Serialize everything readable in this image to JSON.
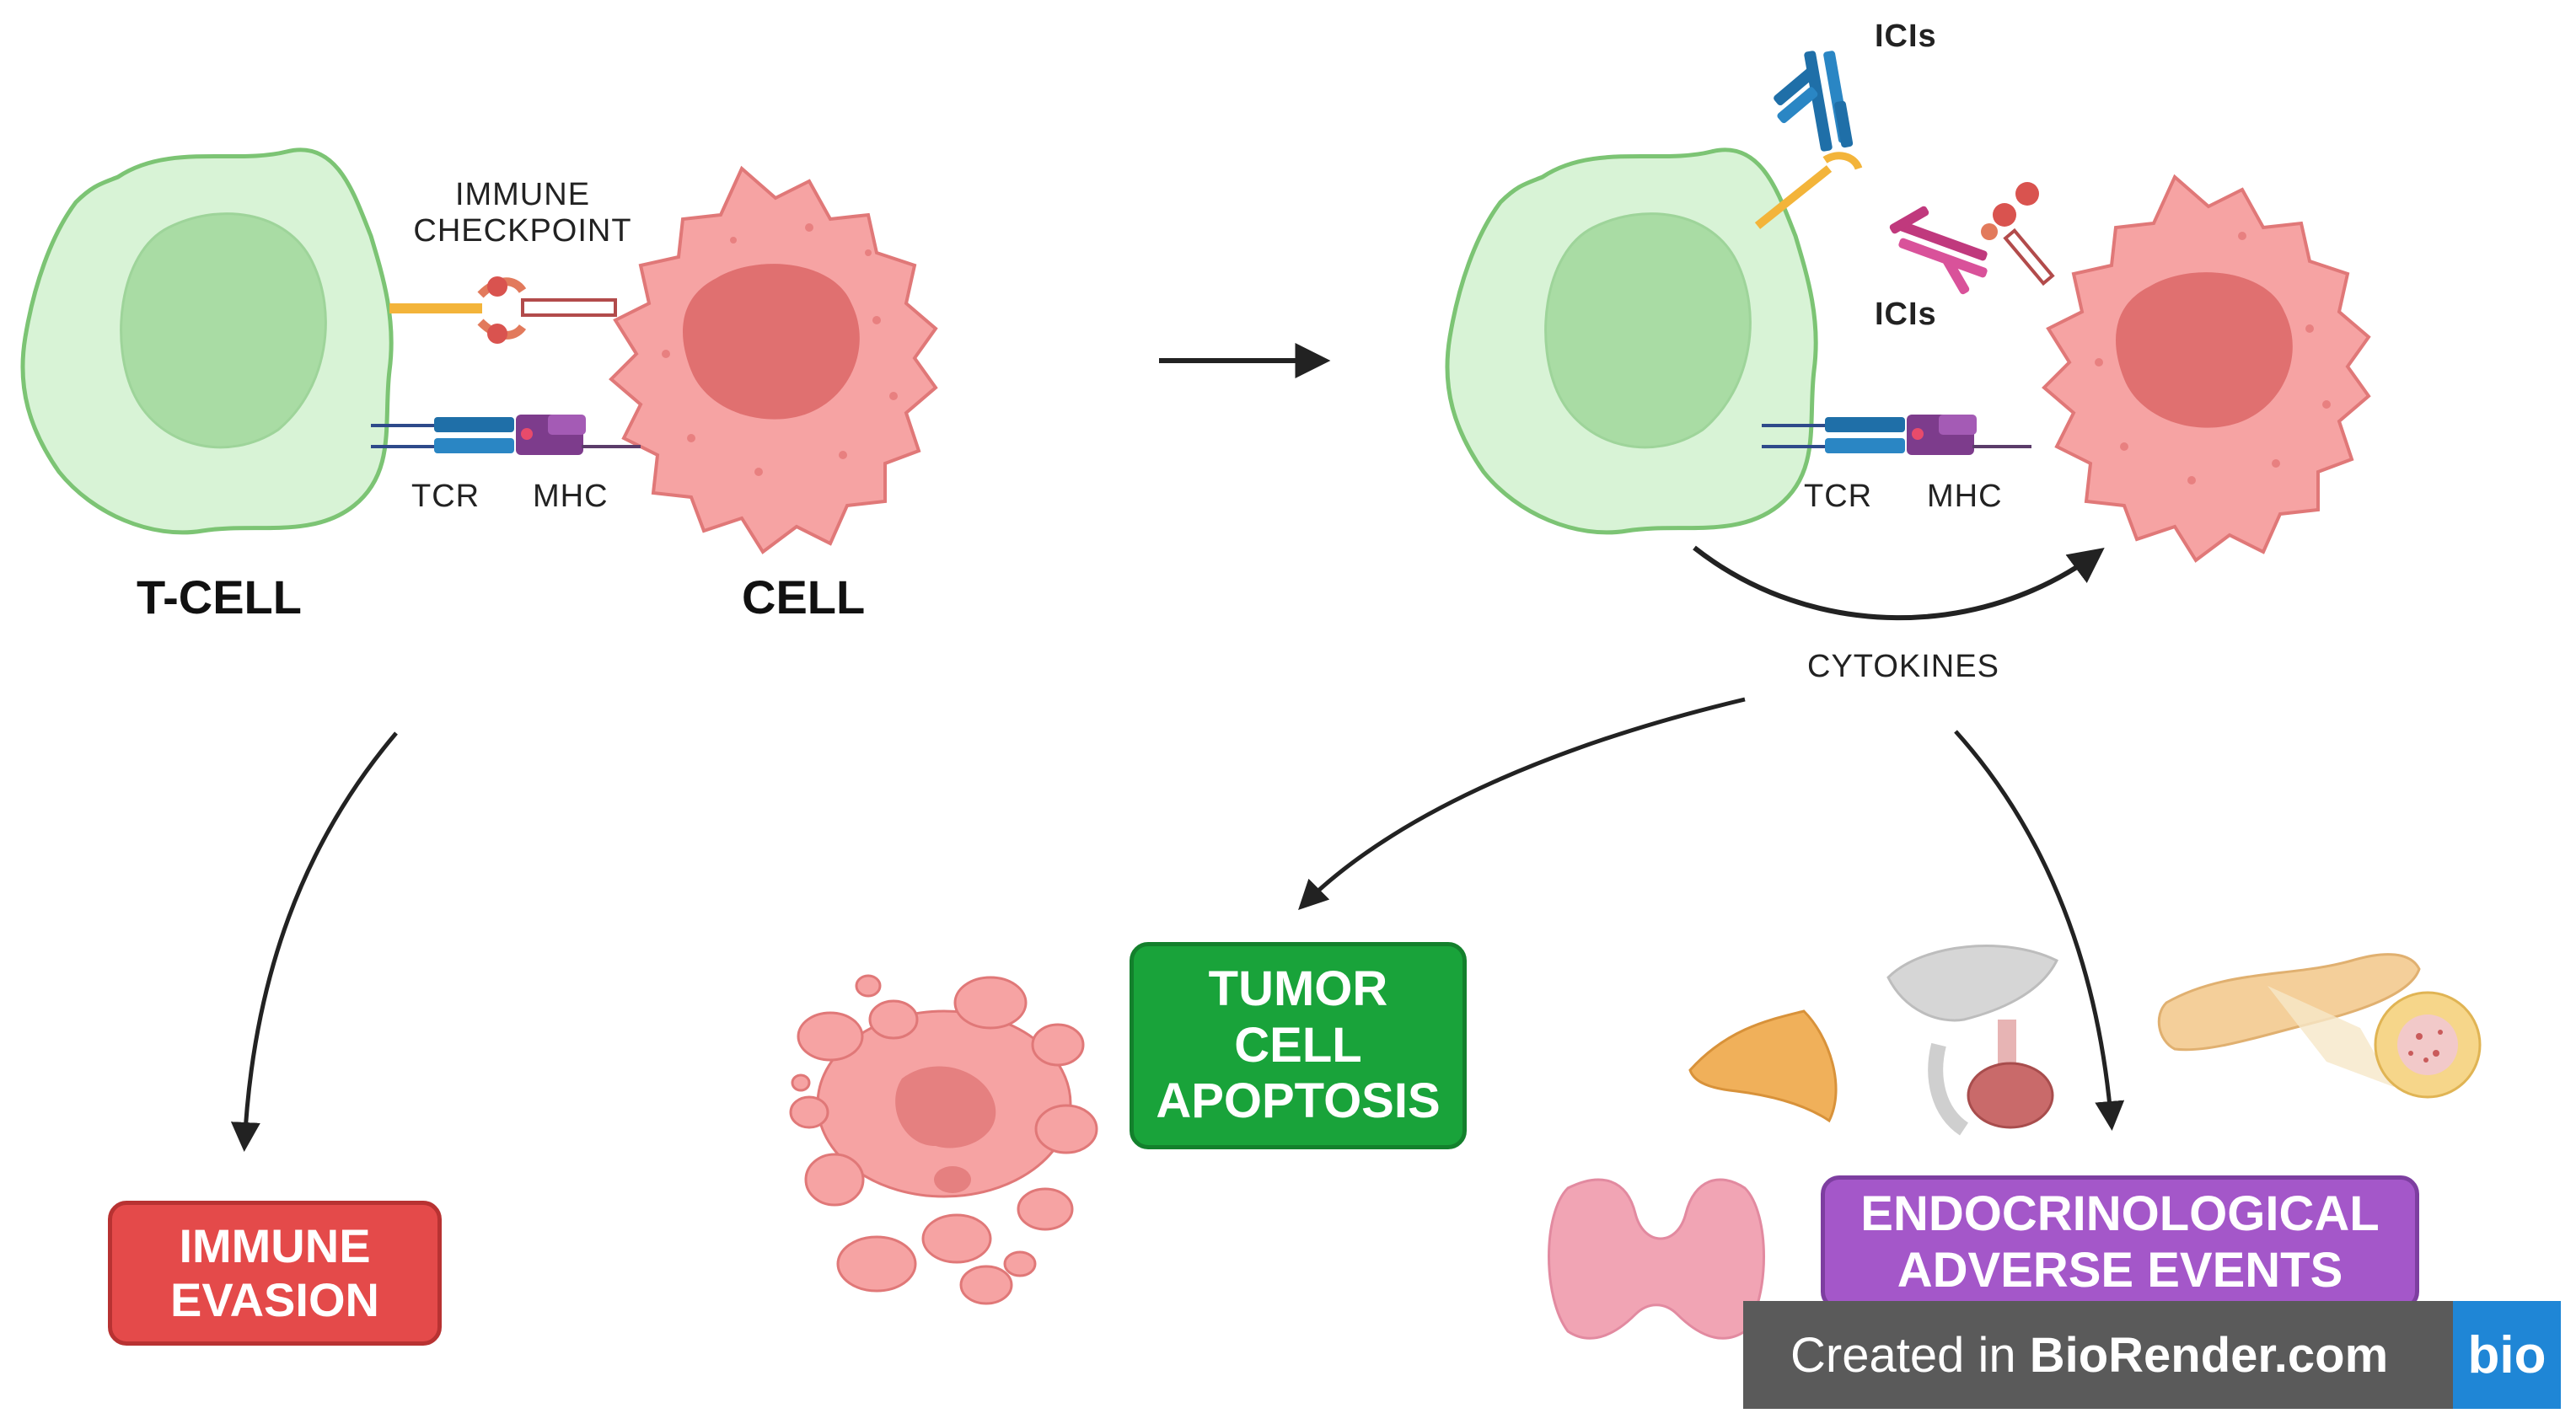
{
  "left_panel": {
    "checkpoint_label_line1": "IMMUNE",
    "checkpoint_label_line2": "CHECKPOINT",
    "tcr_label": "TCR",
    "mhc_label": "MHC",
    "tcell_label": "T-CELL",
    "cell_label": "CELL"
  },
  "right_panel": {
    "ici_label_top": "ICIs",
    "ici_label_bottom": "ICIs",
    "tcr_label": "TCR",
    "mhc_label": "MHC",
    "cytokines_label": "CYTOKINES"
  },
  "outcomes": {
    "immune_evasion": [
      "IMMUNE",
      "EVASION"
    ],
    "tumor_apoptosis": [
      "TUMOR",
      "CELL",
      "APOPTOSIS"
    ],
    "endocrine_events": [
      "ENDOCRINOLOGICAL",
      "ADVERSE EVENTS"
    ]
  },
  "watermark": {
    "prefix": "Created in ",
    "brand": "BioRender.com",
    "logo": "bio"
  },
  "colors": {
    "tcell_fill": "#d8f3d6",
    "tcell_stroke": "#7cc474",
    "tcell_nucleus": "#a9dca4",
    "tumor_fill": "#f6a3a3",
    "tumor_stroke": "#e07878",
    "tumor_nucleus": "#e07070",
    "evasion_box": "#e44a4a",
    "apoptosis_box": "#19a33a",
    "endocrine_box": "#a457c9"
  },
  "icons": [
    "tcell-icon",
    "tumor-cell-icon",
    "antibody-icon",
    "tcr-mhc-complex-icon",
    "apoptotic-cell-icon",
    "adrenal-gland-icon",
    "pituitary-icon",
    "pancreas-icon",
    "thyroid-icon"
  ]
}
